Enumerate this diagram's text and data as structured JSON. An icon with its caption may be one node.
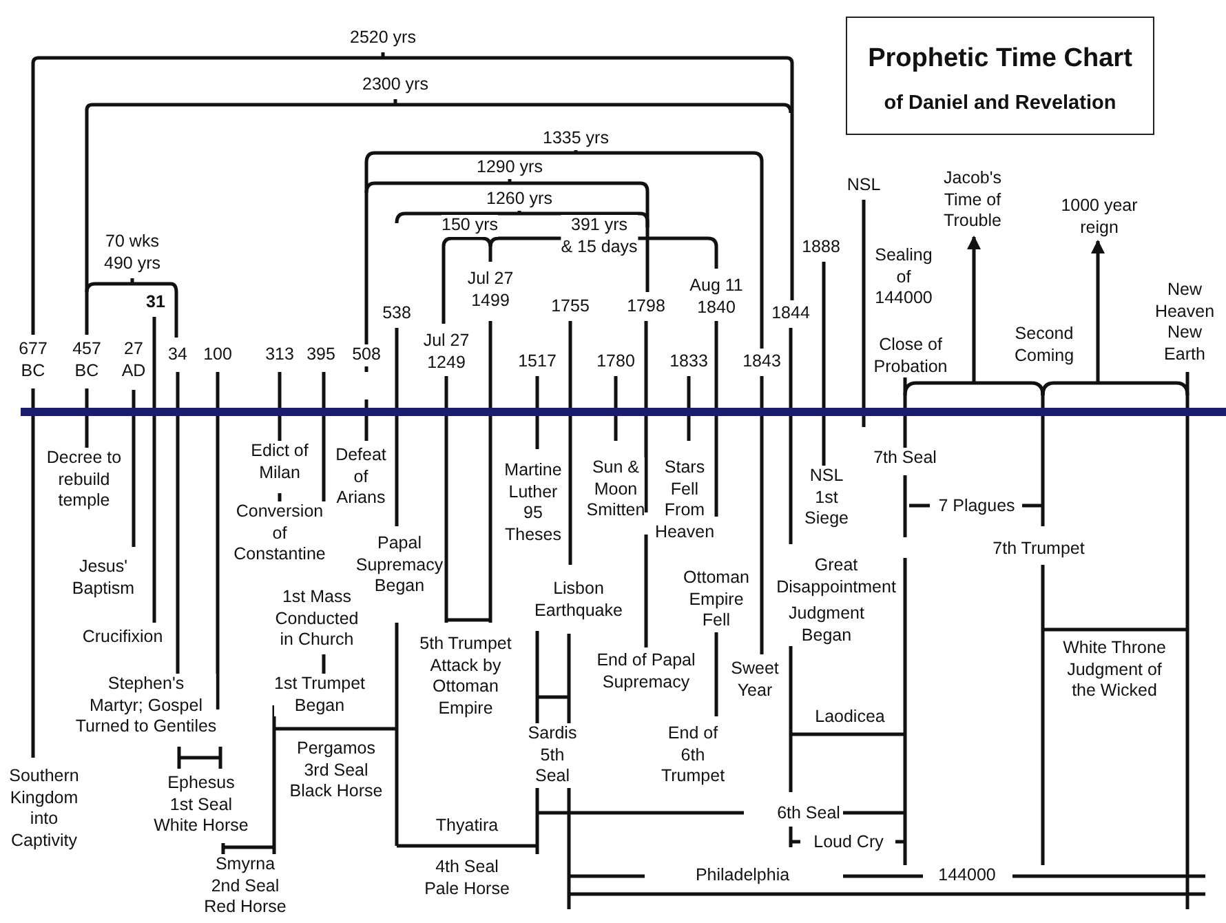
{
  "diagram": {
    "title": "Prophetic Time Chart",
    "labels": [
      "of Daniel and Revelation",
      "2520 yrs",
      "2300 yrs",
      "1335 yrs",
      "1290 yrs",
      "1260 yrs",
      "150 yrs",
      "391 yrs & 15 days",
      "70 wks 490 yrs",
      "31",
      "677 BC",
      "457 BC",
      "27 AD",
      "34",
      "100",
      "313",
      "395",
      "508",
      "538",
      "Jul 27 1249",
      "Jul 27 1499",
      "1755",
      "1517",
      "1780",
      "1798",
      "1833",
      "Aug 11 1840",
      "1843",
      "1844",
      "1888",
      "NSL",
      "Sealing of 144000",
      "Jacob's Time of Trouble",
      "1000 year reign",
      "Close of Probation",
      "Second Coming",
      "New Heaven New Earth",
      "Decree to rebuild temple",
      "Edict of Milan",
      "Defeat of Arians",
      "Conversion of Constantine",
      "Martine Luther 95 Theses",
      "Sun & Moon Smitten",
      "Stars Fell From Heaven",
      "NSL 1st Siege",
      "7th Seal",
      "Papal Supremacy Began",
      "Jesus' Baptism",
      "1st Mass Conducted in Church",
      "Lisbon Earthquake",
      "Ottoman Empire Fell",
      "Great Disappointment",
      "Judgment Began",
      "7 Plagues",
      "7th Trumpet",
      "Crucifixion",
      "5th Trumpet Attack by Ottoman Empire",
      "End of Papal Supremacy",
      "Sweet Year",
      "White Throne Judgment of the Wicked",
      "Stephen's Martyr; Gospel Turned to Gentiles",
      "1st Trumpet Began",
      "Pergamos 3rd Seal Black Horse",
      "Sardis 5th Seal",
      "End of 6th Trumpet",
      "Laodicea",
      "Southern Kingdom into Captivity",
      "Ephesus 1st Seal White Horse",
      "6th Seal",
      "Loud Cry",
      "Thyatira",
      "Smyrna 2nd Seal Red Horse",
      "4th Seal Pale Horse",
      "Philadelphia",
      "144000"
    ]
  }
}
